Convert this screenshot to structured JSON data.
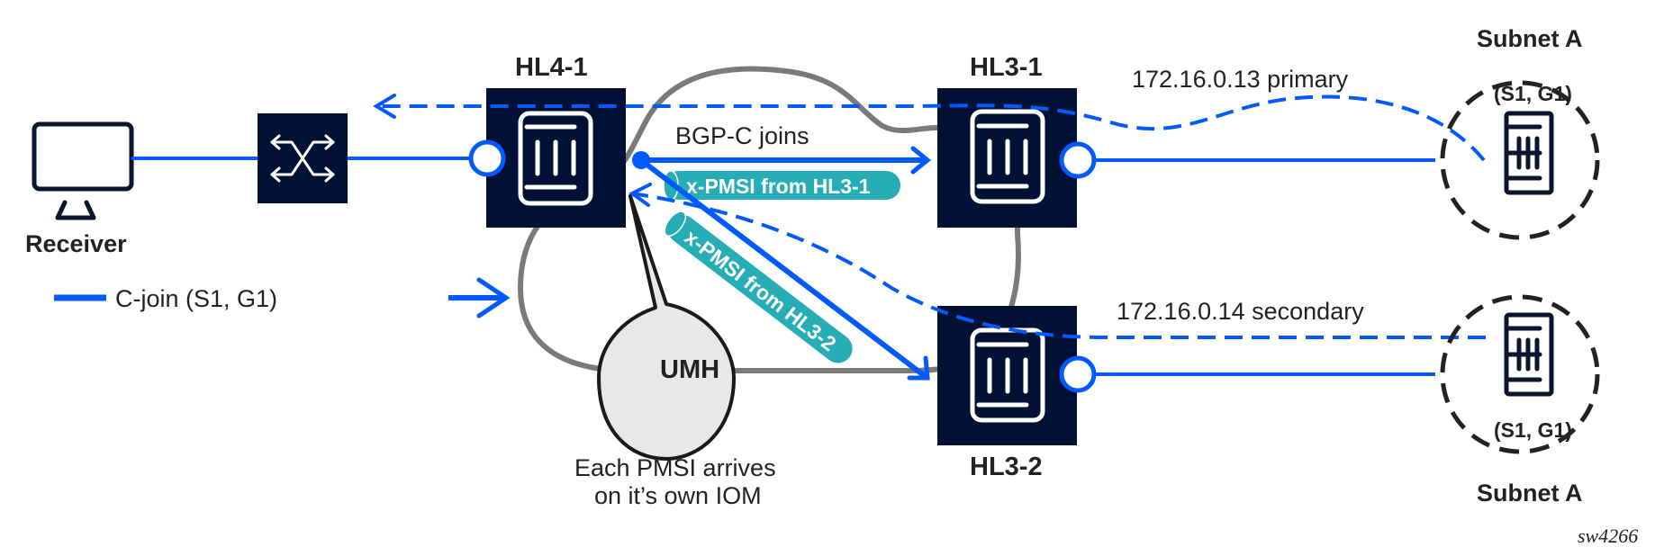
{
  "colors": {
    "node_bg": "#001135",
    "link_blue": "#005aff",
    "tunnel_teal": "#26adb5",
    "cloud_gray": "#7a7a7a",
    "umh_fill": "#e8e8e8",
    "text": "#222222"
  },
  "nodes": {
    "receiver": {
      "label": "Receiver",
      "icon": "monitor-icon"
    },
    "switch": {
      "icon": "switch-icon"
    },
    "hl4_1": {
      "label": "HL4-1",
      "icon": "router-icon"
    },
    "hl3_1": {
      "label": "HL3-1",
      "icon": "router-icon"
    },
    "hl3_2": {
      "label": "HL3-2",
      "icon": "router-icon"
    },
    "subnet_top": {
      "label": "Subnet A",
      "group": "(S1, G1)",
      "icon": "server-icon"
    },
    "subnet_bottom": {
      "label": "Subnet A",
      "group": "(S1, G1)",
      "icon": "server-icon"
    }
  },
  "links": {
    "bgp_c_joins": "BGP-C joins",
    "pmsi_hl3_1": "x-PMSI from HL3-1",
    "pmsi_hl3_2": "x-PMSI from HL3-2",
    "primary": "172.16.0.13 primary",
    "secondary": "172.16.0.14 secondary"
  },
  "legend": {
    "c_join": "C-join (S1, G1)"
  },
  "umh": {
    "label": "UMH",
    "note_line1": "Each PMSI arrives",
    "note_line2": "on it’s own IOM"
  },
  "figure_id": "sw4266"
}
